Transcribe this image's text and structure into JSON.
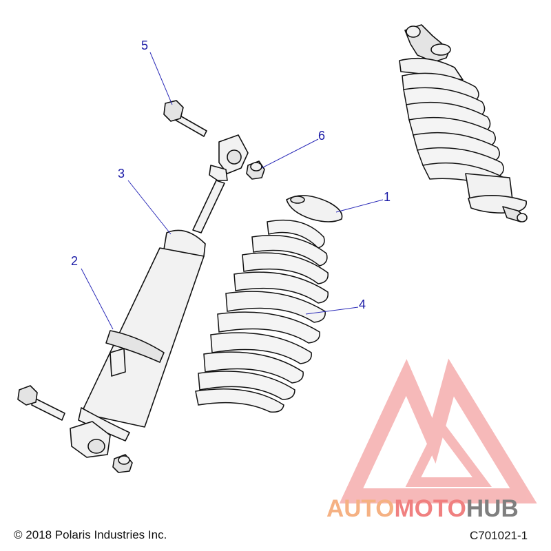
{
  "diagram": {
    "callouts": [
      {
        "id": "1",
        "label": "1"
      },
      {
        "id": "2",
        "label": "2"
      },
      {
        "id": "3",
        "label": "3"
      },
      {
        "id": "4",
        "label": "4"
      },
      {
        "id": "5",
        "label": "5"
      },
      {
        "id": "6",
        "label": "6"
      }
    ],
    "copyright": "© 2018 Polaris Industries Inc.",
    "drawing_id": "C701021-1",
    "colors": {
      "callout_text": "#1a1aa6",
      "leader_line": "#2a2ab8",
      "watermark_auto": "#f5b183",
      "watermark_moto": "#f08080",
      "watermark_hub": "#7f7f7f",
      "watermark_logo": "#f08080"
    }
  },
  "watermark": {
    "auto": "AUTO",
    "moto": "MOTO",
    "hub": "HUB"
  }
}
